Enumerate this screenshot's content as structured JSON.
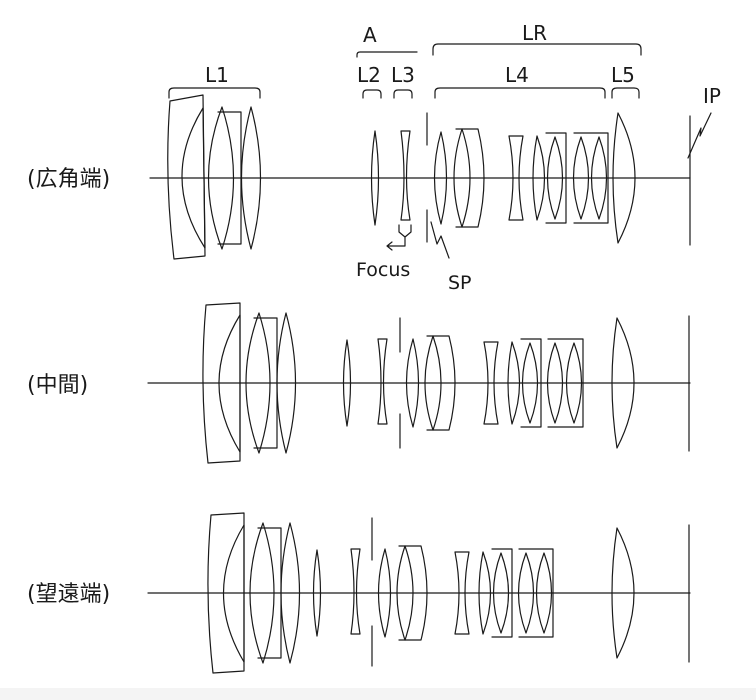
{
  "labels": {
    "A": "A",
    "LR": "LR",
    "L1": "L1",
    "L2": "L2",
    "L3": "L3",
    "L4": "L4",
    "L5": "L5",
    "IP": "IP",
    "focus": "Focus",
    "sp": "SP"
  },
  "positions": [
    "(広角端)",
    "(中間)",
    "(望遠端)"
  ],
  "colors": {
    "line": "#1a1a1a",
    "background": "#ffffff"
  }
}
